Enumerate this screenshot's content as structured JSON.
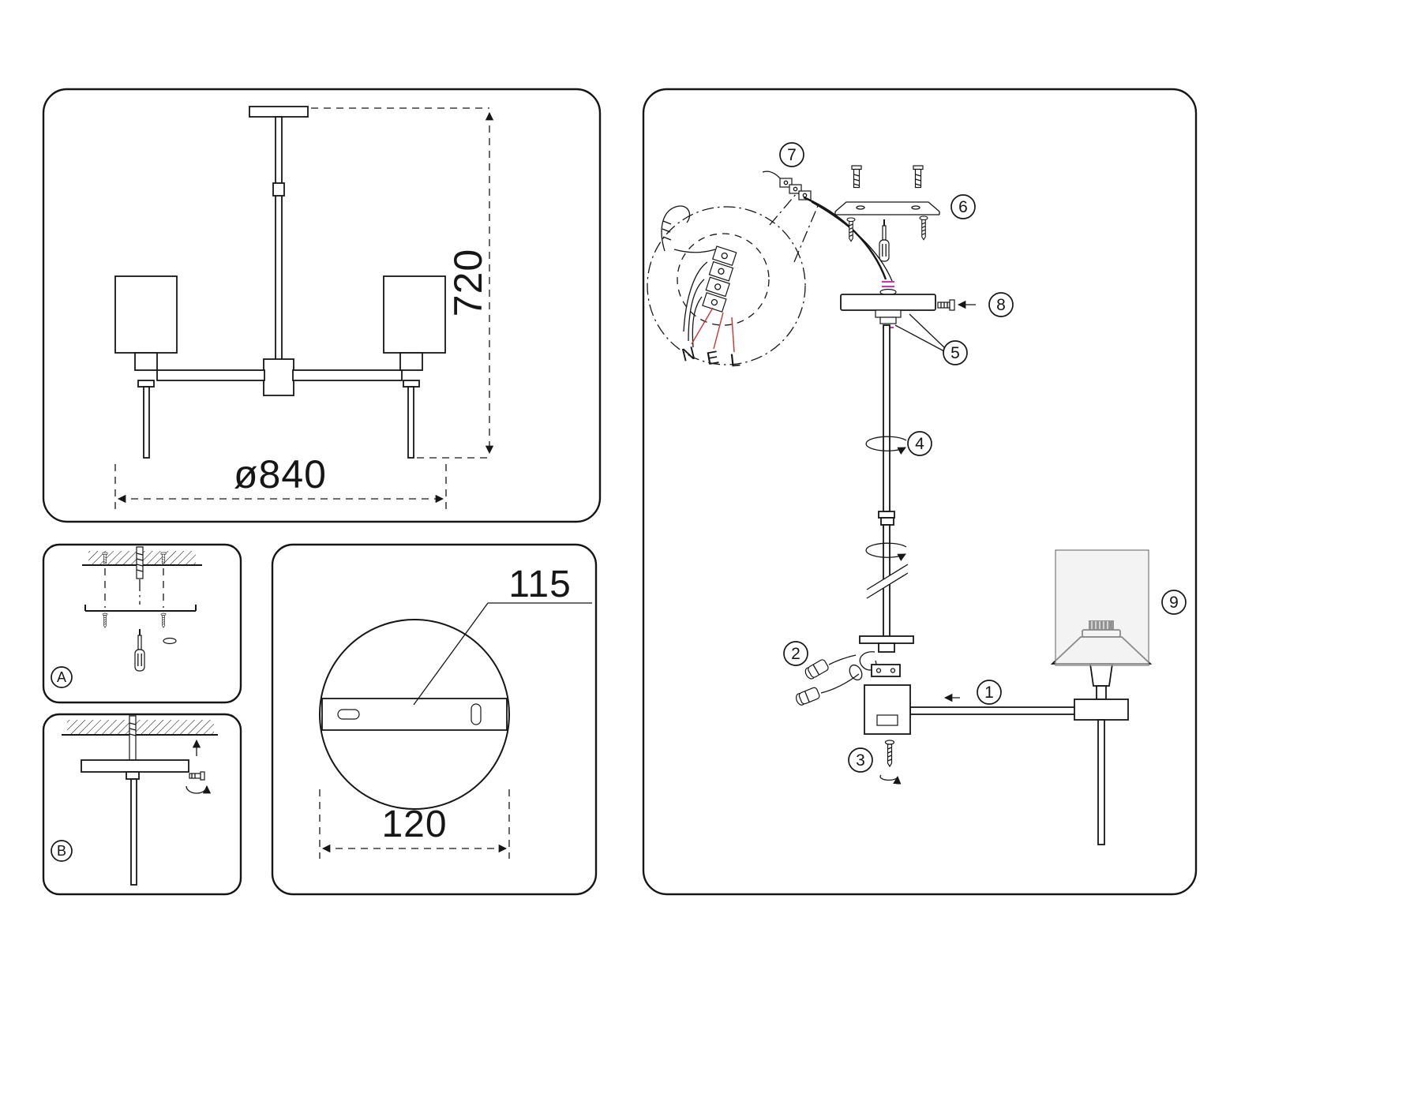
{
  "overview_panel": {
    "dim_height": "720",
    "dim_diameter": "ø840"
  },
  "detail_panel_a": {
    "label": "A"
  },
  "detail_panel_b": {
    "label": "B"
  },
  "plate_panel": {
    "dim_slot": "115",
    "dim_width": "120"
  },
  "assembly_panel": {
    "wire_labels": {
      "neutral": "N",
      "earth": "E",
      "live": "L"
    },
    "step_markers": [
      "1",
      "2",
      "3",
      "4",
      "5",
      "6",
      "7",
      "8",
      "9"
    ]
  },
  "colors": {
    "line": "#161616",
    "wire_leader": "#cc3333",
    "accent": "#bb3fa8",
    "shade_fill": "#e9e9e9",
    "background": "#ffffff"
  }
}
